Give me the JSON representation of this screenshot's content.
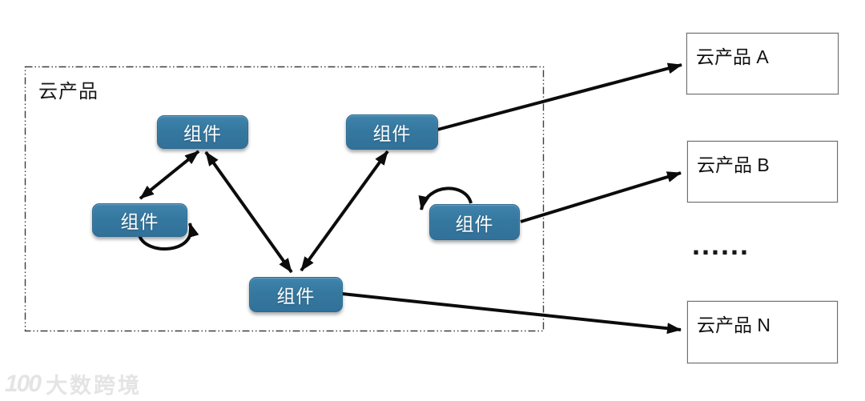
{
  "diagram": {
    "container": {
      "label": "云产品"
    },
    "components": [
      {
        "id": "top",
        "label": "组件"
      },
      {
        "id": "left",
        "label": "组件"
      },
      {
        "id": "bottom",
        "label": "组件"
      },
      {
        "id": "upper-right",
        "label": "组件"
      },
      {
        "id": "lower-right",
        "label": "组件"
      }
    ],
    "products": [
      {
        "id": "a",
        "label": "云产品 A"
      },
      {
        "id": "b",
        "label": "云产品 B"
      },
      {
        "id": "n",
        "label": "云产品 N"
      }
    ],
    "ellipsis": "......",
    "colors": {
      "component_fill": "#35789F",
      "component_text": "#FFFFFF",
      "arrow": "#0C0C0C",
      "container_border": "#3D3D3D",
      "product_border": "#6E6E6E",
      "watermark": "#E4E4E4"
    }
  },
  "watermark": {
    "logo": "100",
    "text": "大数跨境"
  }
}
